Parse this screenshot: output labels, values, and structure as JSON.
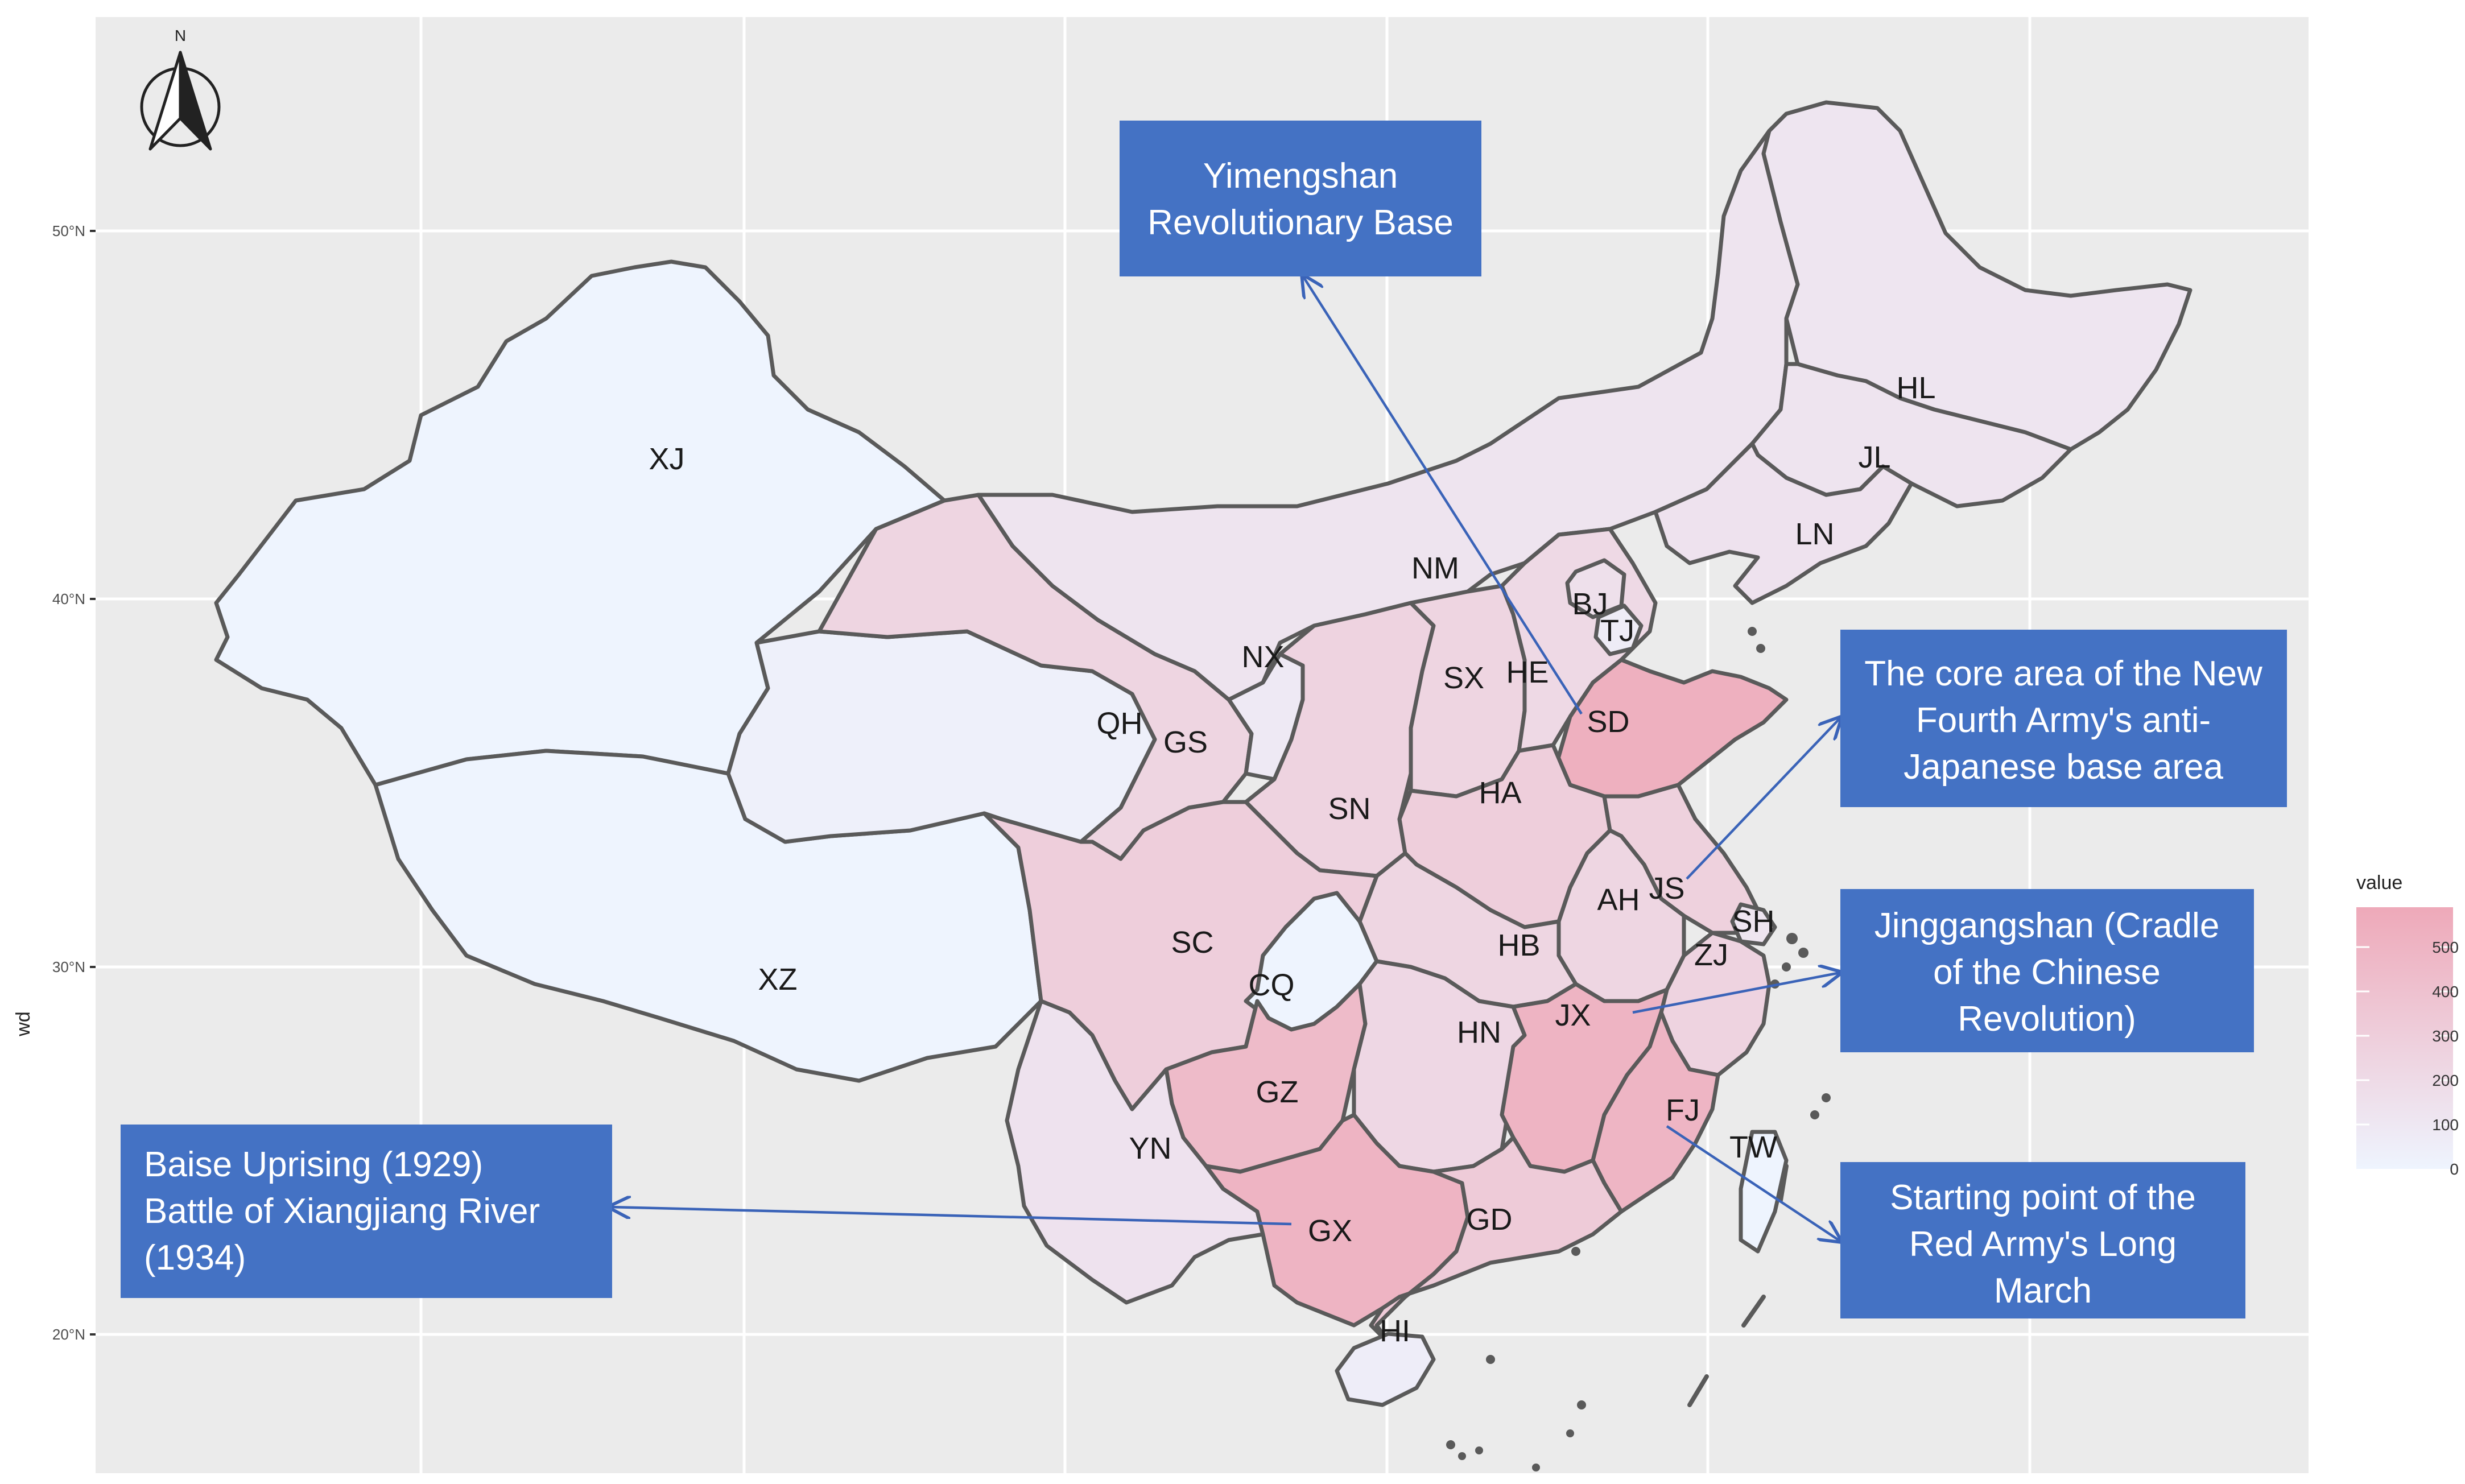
{
  "map": {
    "axis": {
      "ylabel": "wd",
      "lat_ticks": [
        "50°N",
        "40°N",
        "30°N",
        "20°N"
      ]
    },
    "north_arrow": {
      "label": "N"
    },
    "legend": {
      "title": "value",
      "ticks": [
        "500",
        "400",
        "300",
        "200",
        "100",
        "0"
      ],
      "color_low": "#eef4fe",
      "color_high": "#eea9b9"
    },
    "colors": {
      "panel_bg": "#ebebeb",
      "grid": "#ffffff",
      "border": "#5a5a5a",
      "callout_bg": "#4472c4",
      "arrow": "#3a63b8"
    },
    "provinces": [
      {
        "code": "XJ",
        "value": 0
      },
      {
        "code": "XZ",
        "value": 0
      },
      {
        "code": "QH",
        "value": 30
      },
      {
        "code": "GS",
        "value": 230
      },
      {
        "code": "NM",
        "value": 120
      },
      {
        "code": "NX",
        "value": 80
      },
      {
        "code": "SN",
        "value": 240
      },
      {
        "code": "SX",
        "value": 230
      },
      {
        "code": "HE",
        "value": 200
      },
      {
        "code": "BJ",
        "value": 150
      },
      {
        "code": "TJ",
        "value": 60
      },
      {
        "code": "SD",
        "value": 500
      },
      {
        "code": "HA",
        "value": 280
      },
      {
        "code": "JS",
        "value": 260
      },
      {
        "code": "AH",
        "value": 220
      },
      {
        "code": "SH",
        "value": 110
      },
      {
        "code": "ZJ",
        "value": 240
      },
      {
        "code": "HB",
        "value": 220
      },
      {
        "code": "SC",
        "value": 280
      },
      {
        "code": "CQ",
        "value": 0
      },
      {
        "code": "GZ",
        "value": 420
      },
      {
        "code": "YN",
        "value": 130
      },
      {
        "code": "HN",
        "value": 210
      },
      {
        "code": "JX",
        "value": 470
      },
      {
        "code": "FJ",
        "value": 460
      },
      {
        "code": "GX",
        "value": 470
      },
      {
        "code": "GD",
        "value": 300
      },
      {
        "code": "HI",
        "value": 50
      },
      {
        "code": "TW",
        "value": 0
      },
      {
        "code": "HL",
        "value": 110
      },
      {
        "code": "JL",
        "value": 120
      },
      {
        "code": "LN",
        "value": 130
      }
    ],
    "callouts": [
      {
        "id": "yimengshan",
        "lines": [
          "Yimengshan",
          "Revolutionary Base"
        ]
      },
      {
        "id": "new-fourth-army",
        "lines": [
          "The core area of the New",
          "Fourth Army's anti-",
          "Japanese base area"
        ]
      },
      {
        "id": "jinggangshan",
        "lines": [
          "Jinggangshan (Cradle",
          "of the Chinese",
          "Revolution)"
        ]
      },
      {
        "id": "long-march",
        "lines": [
          "Starting point of the",
          "Red Army's Long",
          "March"
        ]
      },
      {
        "id": "baise",
        "lines": [
          "Baise Uprising (1929)",
          "Battle of Xiangjiang River",
          "(1934)"
        ]
      }
    ]
  }
}
